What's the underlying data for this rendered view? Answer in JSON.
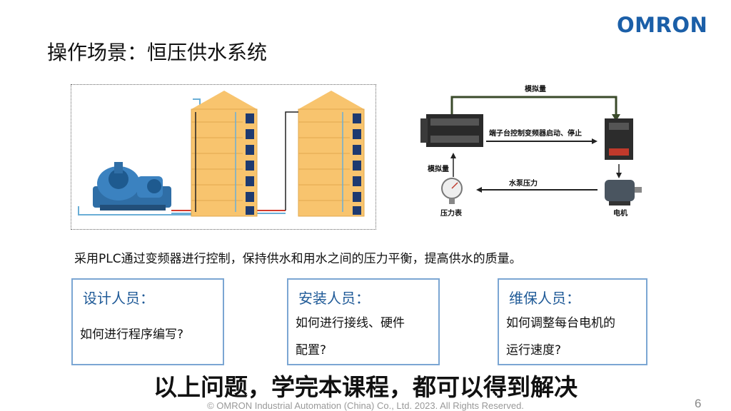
{
  "brand": {
    "logo": "OMRON"
  },
  "slide": {
    "title": "操作场景：恒压供水系统",
    "description": "采用PLC通过变频器进行控制，保持供水和用水之间的压力平衡，提高供水的质量。",
    "page_number": "6",
    "copyright": "© OMRON Industrial Automation (China) Co., Ltd. 2023. All Rights Reserved.",
    "caption": "以上问题，学完本课程，都可以得到解决"
  },
  "diagram": {
    "top_arrow_label": "模拟量",
    "middle_arrow_label": "端子台控制变频器启动、停止",
    "bottom_arrow_label": "水泵压力",
    "plc_input_label": "模拟量",
    "gauge_label": "压力表",
    "motor_label": "电机"
  },
  "cards": [
    {
      "heading": "设计人员：",
      "line1": "如何进行程序编写?",
      "line2": ""
    },
    {
      "heading": "安装人员：",
      "line1": "如何进行接线、硬件",
      "line2": "配置?"
    },
    {
      "heading": "维保人员：",
      "line1": "如何调整每台电机的",
      "line2": "运行速度?"
    }
  ],
  "colors": {
    "brand_blue": "#1b5fa8",
    "card_border": "#7ba6d3",
    "building": "#f8c46e",
    "pipe_red": "#d33a2c",
    "pipe_blue": "#6aaed6"
  }
}
